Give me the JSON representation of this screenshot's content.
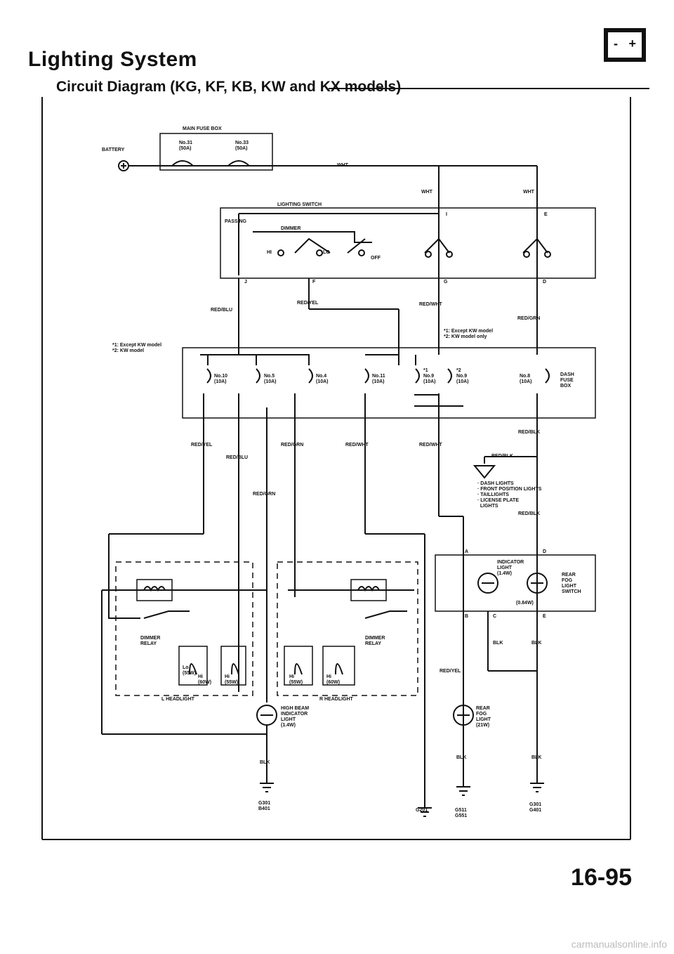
{
  "header": {
    "title": "Lighting System",
    "subtitle": "Circuit Diagram (KG, KF, KB, KW and KX models)",
    "page_number": "16-95",
    "footer_url": "carmanualsonline.info",
    "battery_icon": {
      "minus": "-",
      "plus": "+"
    }
  },
  "labels": {
    "battery": "BATTERY",
    "main_fuse_box": "MAIN FUSE BOX",
    "fuse31": "No.31\n(50A)",
    "fuse33": "No.33\n(50A)",
    "wht": "WHT",
    "lighting_switch": "LIGHTING SWITCH",
    "passing": "PASSING",
    "dimmer": "DIMMER",
    "hi": "HI",
    "lo": "LO",
    "off": "OFF",
    "red_blu": "RED/BLU",
    "red_yel": "RED/YEL",
    "red_wht": "RED/WHT",
    "red_grn": "RED/GRN",
    "red_blk": "RED/BLK",
    "blk": "BLK",
    "note1_dash": "*1: Except KW model\n*2: KW model only",
    "note2_left": "*1: Except KW model\n*2: KW model",
    "fuse10": "No.10\n(10A)",
    "fuse5": "No.5\n(10A)",
    "fuse4": "No.4\n(10A)",
    "fuse11": "No.11\n(10A)",
    "fuse9a": "*1\nNo.9\n(10A)",
    "fuse9b": "*2\nNo.9\n(10A)",
    "fuse8": "No.8\n(10A)",
    "dash_fuse_box": "DASH\nFUSE\nBOX",
    "lights_list": "· DASH LIGHTS\n· FRONT POSITION LIGHTS\n· TAILLIGHTS\n· LICENSE PLATE\n  LIGHTS",
    "indicator_light": "INDICATOR\nLIGHT\n(1.4W)",
    "rear_fog_switch": "REAR\nFOG\nLIGHT\nSWITCH",
    "w084": "(0.84W)",
    "dimmer_relay": "DIMMER\nRELAY",
    "lo55": "Lo\n(55W)",
    "hi60": "Hi\n(60W)",
    "hi55": "Hi\n(55W)",
    "l_headlight": "L HEADLIGHT",
    "r_headlight": "R HEADLIGHT",
    "high_beam": "HIGH BEAM\nINDICATOR\nLIGHT\n(1.4W)",
    "rear_fog_light": "REAR\nFOG\nLIGHT\n(21W)",
    "g301_401": "G301\nB401",
    "g201": "G201",
    "g511": "G511\nG551",
    "g301_g401": "G301\nG401",
    "t_i": "I",
    "t_e": "E",
    "t_j": "J",
    "t_f": "F",
    "t_g": "G",
    "t_d": "D",
    "t_a": "A",
    "t_b": "B",
    "t_c": "C",
    "t_d2": "D",
    "t_e2": "E"
  }
}
